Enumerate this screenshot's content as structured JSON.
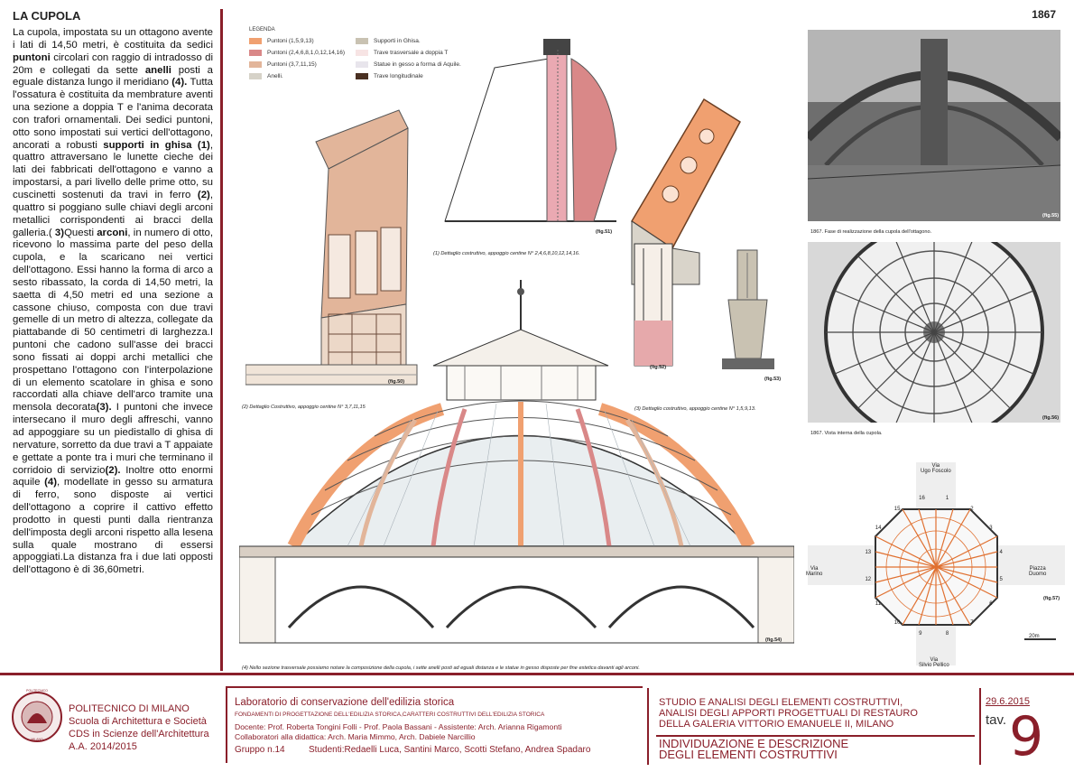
{
  "page": {
    "section_title": "LA CUPOLA",
    "year": "1867"
  },
  "body_paragraph": [
    {
      "t": "La cupola, impostata su un ottagono avente i lati di 14,50 metri, è costituita da sedici "
    },
    {
      "t": "puntoni",
      "b": true
    },
    {
      "t": " circolari con raggio di intradosso di 20m e collegati da sette "
    },
    {
      "t": "anelli",
      "b": true
    },
    {
      "t": " posti a eguale distanza lungo il meridiano "
    },
    {
      "t": "(4).",
      "b": true
    },
    {
      "t": " Tutta l'ossatura è costituita da membrature aventi una sezione a doppia T e l'anima decorata con trafori ornamentali. Dei sedici puntoni, otto sono impostati sui vertici dell'ottagono, ancorati a robusti "
    },
    {
      "t": "supporti in ghisa (1)",
      "b": true
    },
    {
      "t": ", quattro attraversano le lunette cieche dei lati dei fabbricati dell'ottagono e vanno a impostarsi, a pari livello delle prime otto, su cuscinetti sostenuti da travi in ferro "
    },
    {
      "t": "(2)",
      "b": true
    },
    {
      "t": ", quattro si poggiano sulle chiavi degli arconi metallici corrispondenti ai bracci della galleria.( "
    },
    {
      "t": "3)",
      "b": true
    },
    {
      "t": "Questi "
    },
    {
      "t": "arconi",
      "b": true
    },
    {
      "t": ", in numero di otto, ricevono lo massima parte del peso della cupola, e la scaricano nei vertici dell'ottagono. Essi hanno la forma di arco a sesto ribassato, la corda di 14,50 metri, la saetta di 4,50 metri ed una sezione a cassone chiuso, composta con due travi gemelle di un metro di altezza, collegate da piattabande di 50 centimetri di larghezza.I puntoni che cadono sull'asse dei bracci sono fissati ai doppi archi metallici che prospettano l'ottagono con l'interpolazione di un elemento scatolare in ghisa e sono raccordati alla chiave dell'arco tramite una mensola decorata"
    },
    {
      "t": "(3).",
      "b": true
    },
    {
      "t": " I puntoni che invece intersecano il muro degli affreschi, vanno ad appoggiare su un piedistallo di ghisa di nervature, sorretto da due travi a T appaiate e gettate a ponte tra i muri che terminano il corridoio di servizio"
    },
    {
      "t": "(2).",
      "b": true
    },
    {
      "t": " Inoltre otto enormi aquile "
    },
    {
      "t": "(4)",
      "b": true
    },
    {
      "t": ", modellate in gesso su armatura di ferro, sono disposte ai vertici dell'ottagono a coprire il cattivo effetto prodotto in questi punti dalla rientranza dell'imposta degli arconi rispetto alla lesena sulla quale mostrano di essersi appoggiati.La distanza fra i due lati opposti dell'ottagono è di 36,60metri."
    }
  ],
  "legend": {
    "title": "LEGENDA",
    "items": [
      {
        "label": "Puntoni (1,5,9,13)",
        "color": "#f0a070"
      },
      {
        "label": "Supporti in Ghisa.",
        "color": "#c9c2b2"
      },
      {
        "label": "Puntoni (2,4,6,8,1,0,12,14,16)",
        "color": "#d98888"
      },
      {
        "label": "Trave trasversale a doppia T",
        "color": "#f7e4e4"
      },
      {
        "label": "Puntoni (3,7,11,15)",
        "color": "#e2b59a"
      },
      {
        "label": "Statue in gesso a forma di Aquile.",
        "color": "#e8e5ec"
      },
      {
        "label": "Anelli.",
        "color": "#d6d2c8"
      },
      {
        "label": "Trave longitudinale",
        "color": "#4a3022"
      }
    ]
  },
  "captions": {
    "cap1": "(1) Dettaglio costruttivo, appoggio centine N° 2,4,6,8,10,12,14,16.",
    "cap2": "(2) Dettaglio Costruttivo, appoggio centine N° 3,7,11,15",
    "cap3": "(3) Dettaglio costruttivo, appoggio centine N° 1,5,9,13.",
    "cap4": "(4) Nello sezione trasversale possiamo notare la composizione della cupola, i sette anelli posti ad eguali distanza e le statue in gesso disposte per fine estetica davanti agli arconi.",
    "photo1": "1867. Fase di realizzazione della cupola dell'ottagono.",
    "photo2": "1867. Vista interna della cupola."
  },
  "fig_labels": {
    "f50": "(fig.50)",
    "f51": "(fig.51)",
    "f52": "(fig.52)",
    "f53": "(fig.53)",
    "f54": "(fig.54)",
    "f55": "(fig.55)",
    "f56": "(fig.56)",
    "f57": "(fig.57)"
  },
  "plan": {
    "north": "Via\nUgo Foscolo",
    "south": "Via\nSilvio Pellico",
    "west": "Via\nMarino",
    "east": "Piazza\nDuomo",
    "scale": "20m",
    "numbers": [
      "16",
      "1",
      "2",
      "3",
      "4",
      "5",
      "6",
      "7",
      "8",
      "9",
      "10",
      "11",
      "12",
      "13",
      "14",
      "15"
    ]
  },
  "footer": {
    "uni_name": "POLITECNICO DI MILANO",
    "school": "Scuola di Architettura e Società",
    "course_program": "CDS in Scienze dell'Architettura",
    "academic_year": "A.A. 2014/2015",
    "lab_title": "Laboratorio di conservazione dell'edilizia storica",
    "lab_subtitle": "FONDAMENTI DI PROGETTAZIONE DELL'EDILIZIA STORICA,CARATTERI COSTRUTTIVI DELL'EDILIZIA STORICA",
    "teachers": "Docente: Prof. Roberta Tongini Folli - Prof. Paola Bassani - Assistente: Arch. Arianna Rigamonti",
    "collaborators": "Collaboratori alla didattica: Arch. Maria Mimmo, Arch. Dabiele Narcillio",
    "group": "Gruppo n.14",
    "students": "Studenti:Redaelli Luca, Santini Marco, Scotti Stefano, Andrea Spadaro",
    "study_line1": "STUDIO E ANALISI DEGLI ELEMENTI COSTRUTTIVI,",
    "study_line2": "ANALISI DEGLI APPORTI PROGETTUALI DI RESTAURO",
    "study_line3": "DELLA GALERIA VITTORIO EMANUELE II, MILANO",
    "ident_line1": "INDIVIDUAZIONE E DESCRIZIONE",
    "ident_line2": "DEGLI ELEMENTI COSTRUTTIVI",
    "date": "29.6.2015",
    "tav_label": "tav.",
    "tav_number": "9",
    "seal_text_top": "POLITECNICO",
    "seal_text_bottom": "MILANO"
  },
  "colors": {
    "accent": "#8a1f2a",
    "orange_rib": "#f0a070",
    "pink_rib": "#d98888",
    "beige_rib": "#e2b59a"
  }
}
